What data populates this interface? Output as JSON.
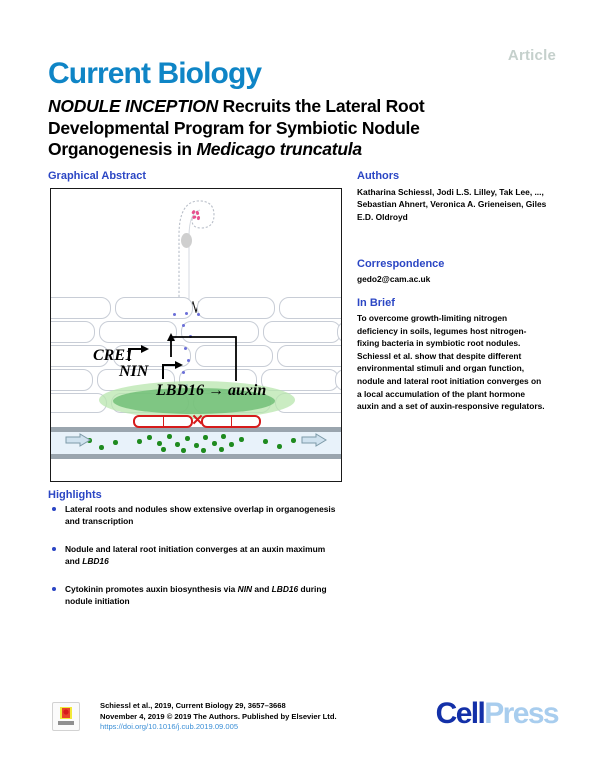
{
  "header": {
    "article_tag": "Article",
    "masthead": "Current Biology",
    "title_part1": "NODULE INCEPTION",
    "title_part2": " Recruits the Lateral Root Developmental Program for Symbiotic Nodule Organogenesis in ",
    "title_part3": "Medicago truncatula"
  },
  "sections": {
    "graphical_abstract": "Graphical Abstract",
    "authors": "Authors",
    "correspondence": "Correspondence",
    "in_brief": "In Brief",
    "highlights": "Highlights"
  },
  "authors": {
    "list": "Katharina Schiessl, Jodi L.S. Lilley, Tak Lee, ..., Sebastian Ahnert, Veronica A. Grieneisen, Giles E.D. Oldroyd"
  },
  "correspondence": {
    "email": "gedo2@cam.ac.uk"
  },
  "in_brief": {
    "text": "To overcome growth-limiting nitrogen deficiency in soils, legumes host nitrogen-fixing bacteria in symbiotic root nodules. Schiessl et al. show that despite different environmental stimuli and organ function, nodule and lateral root initiation converges on a local accumulation of the plant hormone auxin and a set of auxin-responsive regulators."
  },
  "highlights": {
    "items": [
      {
        "text_a": "Lateral roots and nodules show extensive overlap in organogenesis and transcription",
        "italic": "",
        "text_b": ""
      },
      {
        "text_a": "Nodule and lateral root initiation converges at an auxin maximum and ",
        "italic": "LBD16",
        "text_b": ""
      },
      {
        "text_a": "Cytokinin promotes auxin biosynthesis via ",
        "italic": "NIN",
        "text_b": " and ",
        "italic2": "LBD16",
        "text_c": " during nodule initiation"
      }
    ]
  },
  "figure": {
    "labels": {
      "cre1": "CRE1",
      "nin": "NIN",
      "lbd16_auxin": "LBD16 → auxin"
    }
  },
  "footer": {
    "citation_line1": "Schiessl et al., 2019, Current Biology 29, 3657–3668",
    "citation_line2": "November 4, 2019 © 2019 The Authors. Published by Elsevier Ltd.",
    "doi": "https://doi.org/10.1016/j.cub.2019.09.005",
    "publisher_dark": "Cell",
    "publisher_light": "Press"
  },
  "colors": {
    "masthead_blue": "#0f85c6",
    "section_blue": "#2b46c4",
    "article_grey": "#c5d0cc",
    "link_blue": "#3b8fd6",
    "auxin_green": "#1f8b1f",
    "pericycle_red": "#d61b1b",
    "cytokinin_blue": "#6b6fd8",
    "bacteria_pink": "#e8508f"
  }
}
